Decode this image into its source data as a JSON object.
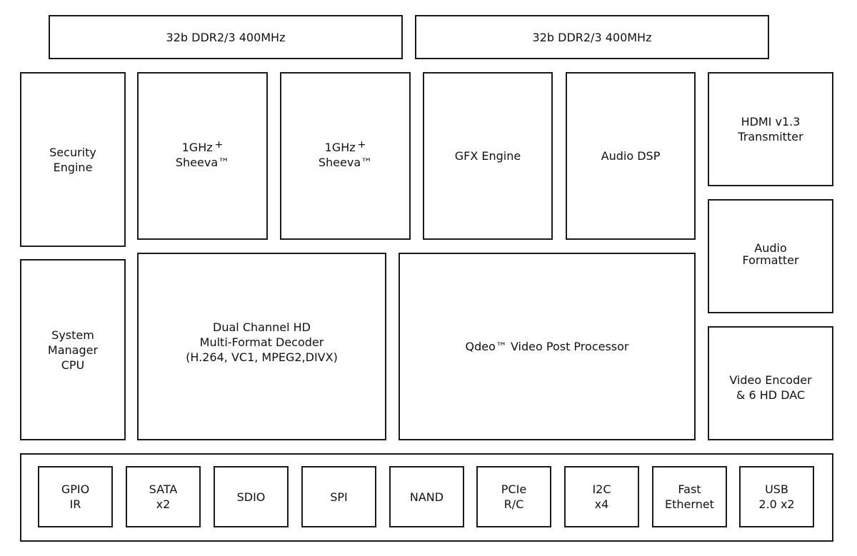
{
  "memory": [
    "32b DDR2/3 400MHz",
    "32b DDR2/3 400MHz"
  ],
  "security": [
    "Security",
    "Engine"
  ],
  "cpu1": {
    "main": "1GHz",
    "sup": "+",
    "name": "Sheeva™"
  },
  "cpu2": {
    "main": "1GHz",
    "sup": "+",
    "name": "Sheeva™"
  },
  "gfx": "GFX Engine",
  "audio_dsp": "Audio DSP",
  "hdmi": [
    "HDMI v1.3",
    "Transmitter"
  ],
  "audio_formatter": [
    "Audio",
    "Formatter"
  ],
  "video_encoder": [
    "Video Encoder",
    "& 6 HD DAC"
  ],
  "system_manager": [
    "System",
    "Manager",
    "CPU"
  ],
  "decoder": [
    "Dual Channel HD",
    "Multi-Format Decoder",
    "(H.264, VC1, MPEG2,DIVX)"
  ],
  "qdeo": "Qdeo™ Video Post Processor",
  "peripherals": [
    [
      "GPIO",
      "IR"
    ],
    [
      "SATA",
      "x2"
    ],
    [
      "SDIO"
    ],
    [
      "SPI"
    ],
    [
      "NAND"
    ],
    [
      "PCIe",
      "R/C"
    ],
    [
      "I2C",
      "x4"
    ],
    [
      "Fast",
      "Ethernet"
    ],
    [
      "USB",
      "2.0 x2"
    ]
  ]
}
